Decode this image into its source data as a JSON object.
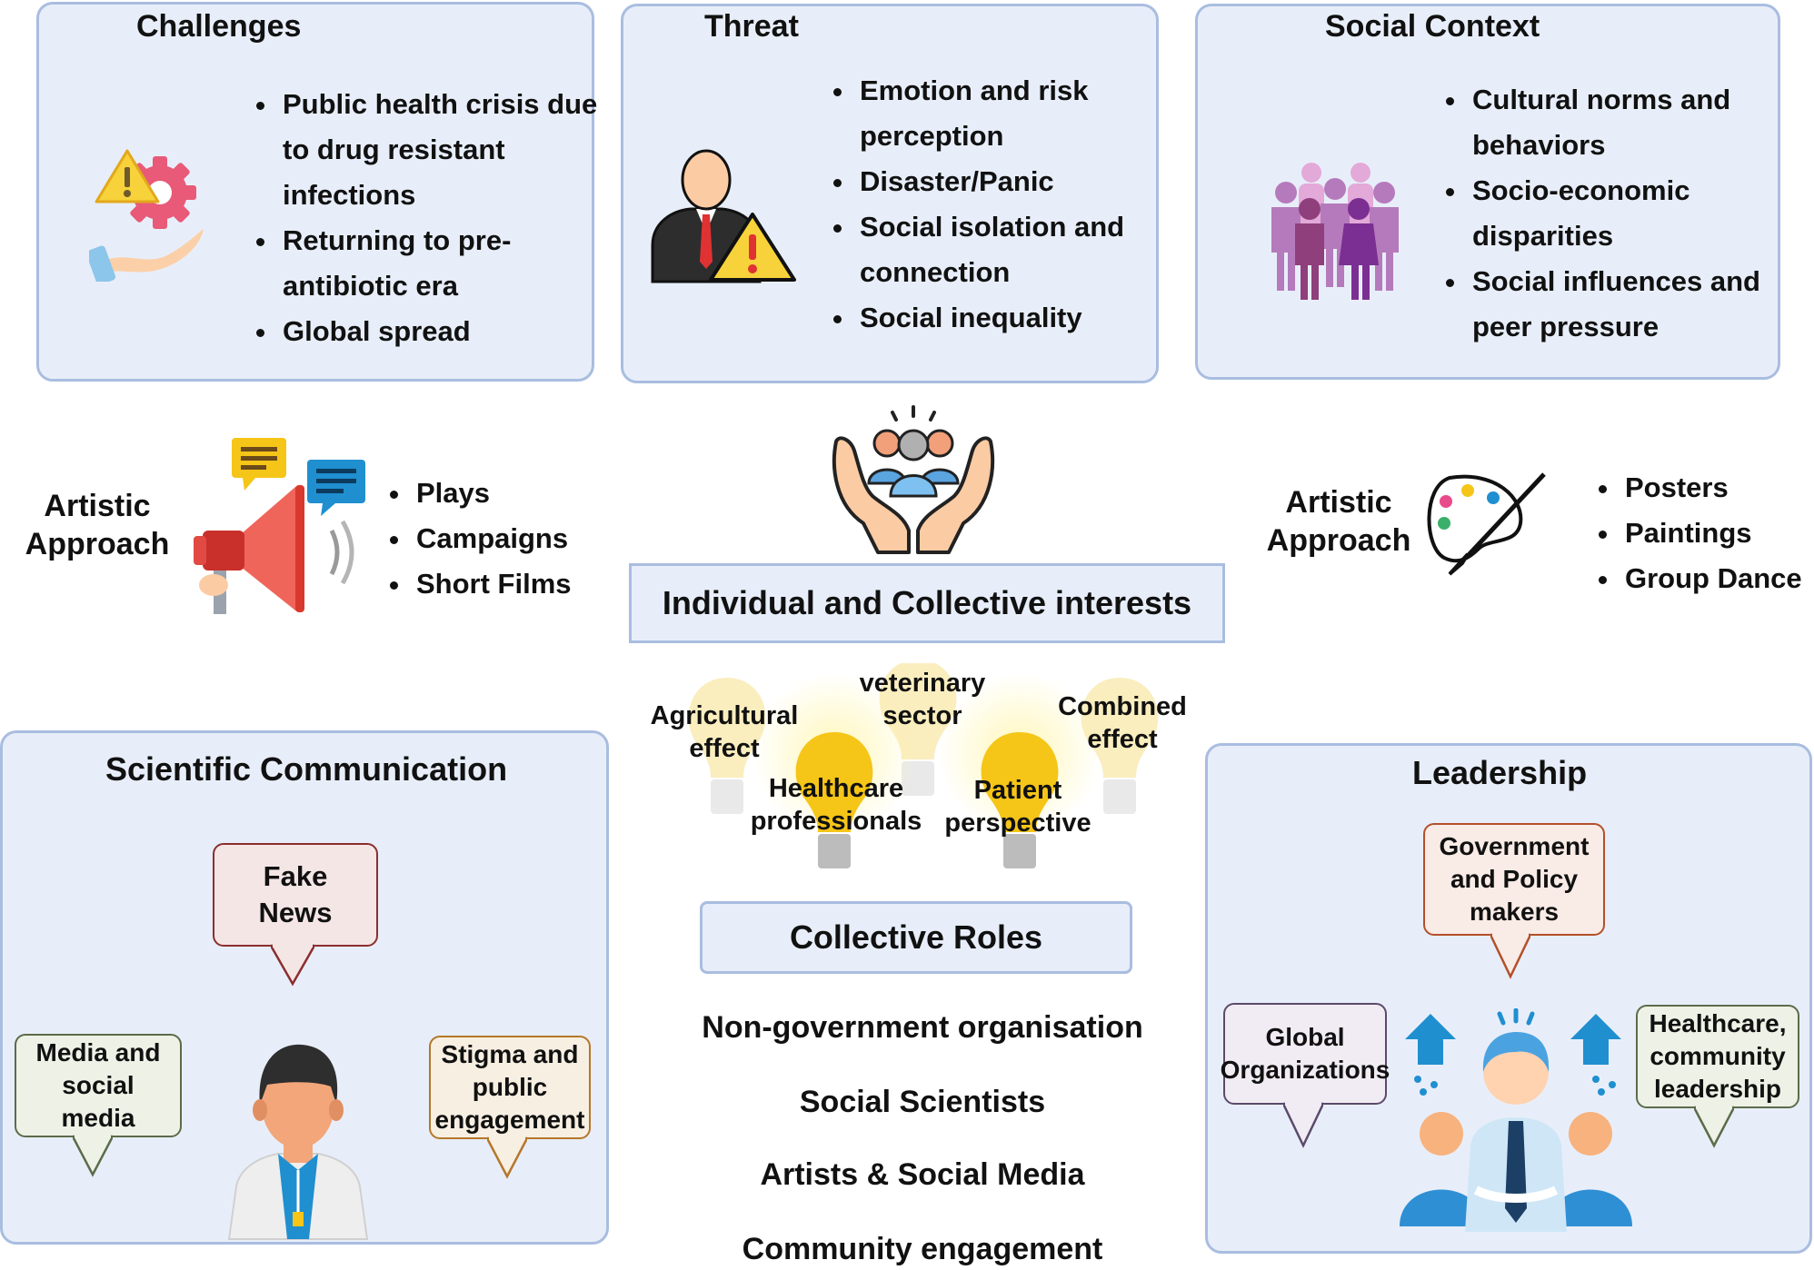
{
  "challenges": {
    "title": "Challenges",
    "items": [
      "Public health crisis due to drug resistant infections",
      "Returning to pre-antibiotic era",
      "Global spread"
    ]
  },
  "threat": {
    "title": "Threat",
    "items": [
      "Emotion and risk perception",
      "Disaster/Panic",
      "Social isolation and connection",
      "Social inequality"
    ]
  },
  "social_context": {
    "title": "Social Context",
    "items": [
      "Cultural norms and behaviors",
      "Socio-economic disparities",
      "Social influences and peer pressure"
    ]
  },
  "artistic_left": {
    "title_line1": "Artistic",
    "title_line2": "Approach",
    "items": [
      "Plays",
      "Campaigns",
      "Short Films"
    ]
  },
  "artistic_right": {
    "title_line1": "Artistic",
    "title_line2": "Approach",
    "items": [
      "Posters",
      "Paintings",
      "Group Dance"
    ]
  },
  "center": {
    "interests": "Individual and Collective interests",
    "bulbs": {
      "agricultural": [
        "Agricultural",
        "effect"
      ],
      "veterinary": [
        "veterinary",
        "sector"
      ],
      "combined": [
        "Combined",
        "effect"
      ],
      "healthcare": [
        "Healthcare",
        "professionals"
      ],
      "patient": [
        "Patient",
        "perspective"
      ]
    },
    "collective_roles": "Collective Roles",
    "roles": [
      "Non-government organisation",
      "Social Scientists",
      "Artists & Social Media",
      "Community engagement"
    ]
  },
  "scientific": {
    "title": "Scientific Communication",
    "fake_news": [
      "Fake",
      "News"
    ],
    "media": [
      "Media and",
      "social",
      "media"
    ],
    "stigma": [
      "Stigma and",
      "public",
      "engagement"
    ]
  },
  "leadership": {
    "title": "Leadership",
    "government": [
      "Government",
      "and Policy",
      "makers"
    ],
    "global": [
      "Global",
      "Organizations"
    ],
    "healthcare": [
      "Healthcare,",
      "community",
      "leadership"
    ]
  },
  "colors": {
    "panel_bg": "#e8eef9",
    "panel_border": "#a9bde0",
    "bubble_red": "#8b2e2e",
    "bubble_green": "#5c6b4a",
    "bubble_orange": "#b4772a",
    "bubble_purple": "#5b4a6b",
    "bubble_brown": "#b2502a"
  }
}
